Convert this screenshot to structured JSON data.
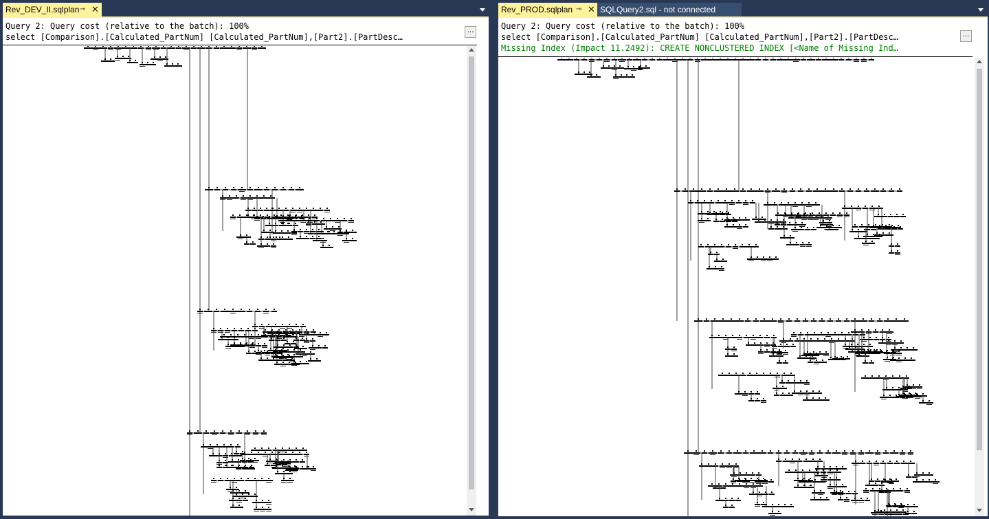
{
  "left_pane": {
    "tab": {
      "label": "Rev_DEV_II.sqlplan",
      "pin_glyph": "⊸",
      "close_glyph": "✕"
    },
    "header": {
      "line1": "Query 2: Query cost (relative to the batch): 100%",
      "line2": "select [Comparison].[Calculated_PartNum] [Calculated_PartNum],[Part2].[PartDesc…",
      "ellipsis": "..."
    }
  },
  "right_pane": {
    "tabs": [
      {
        "label": "Rev_PROD.sqlplan",
        "pin_glyph": "⊸",
        "close_glyph": "✕"
      },
      {
        "label": "SQLQuery2.sql - not connected"
      }
    ],
    "header": {
      "line1": "Query 2: Query cost (relative to the batch): 100%",
      "line2": "select [Comparison].[Calculated_PartNum] [Calculated_PartNum],[Part2].[PartDesc…",
      "line3": "Missing Index (Impact 11.2492): CREATE NONCLUSTERED INDEX [<Name of Missing Ind…",
      "ellipsis": "..."
    }
  },
  "colors": {
    "frame": "#293955",
    "active_tab": "#fff29d",
    "missing_index_text": "#008000"
  }
}
